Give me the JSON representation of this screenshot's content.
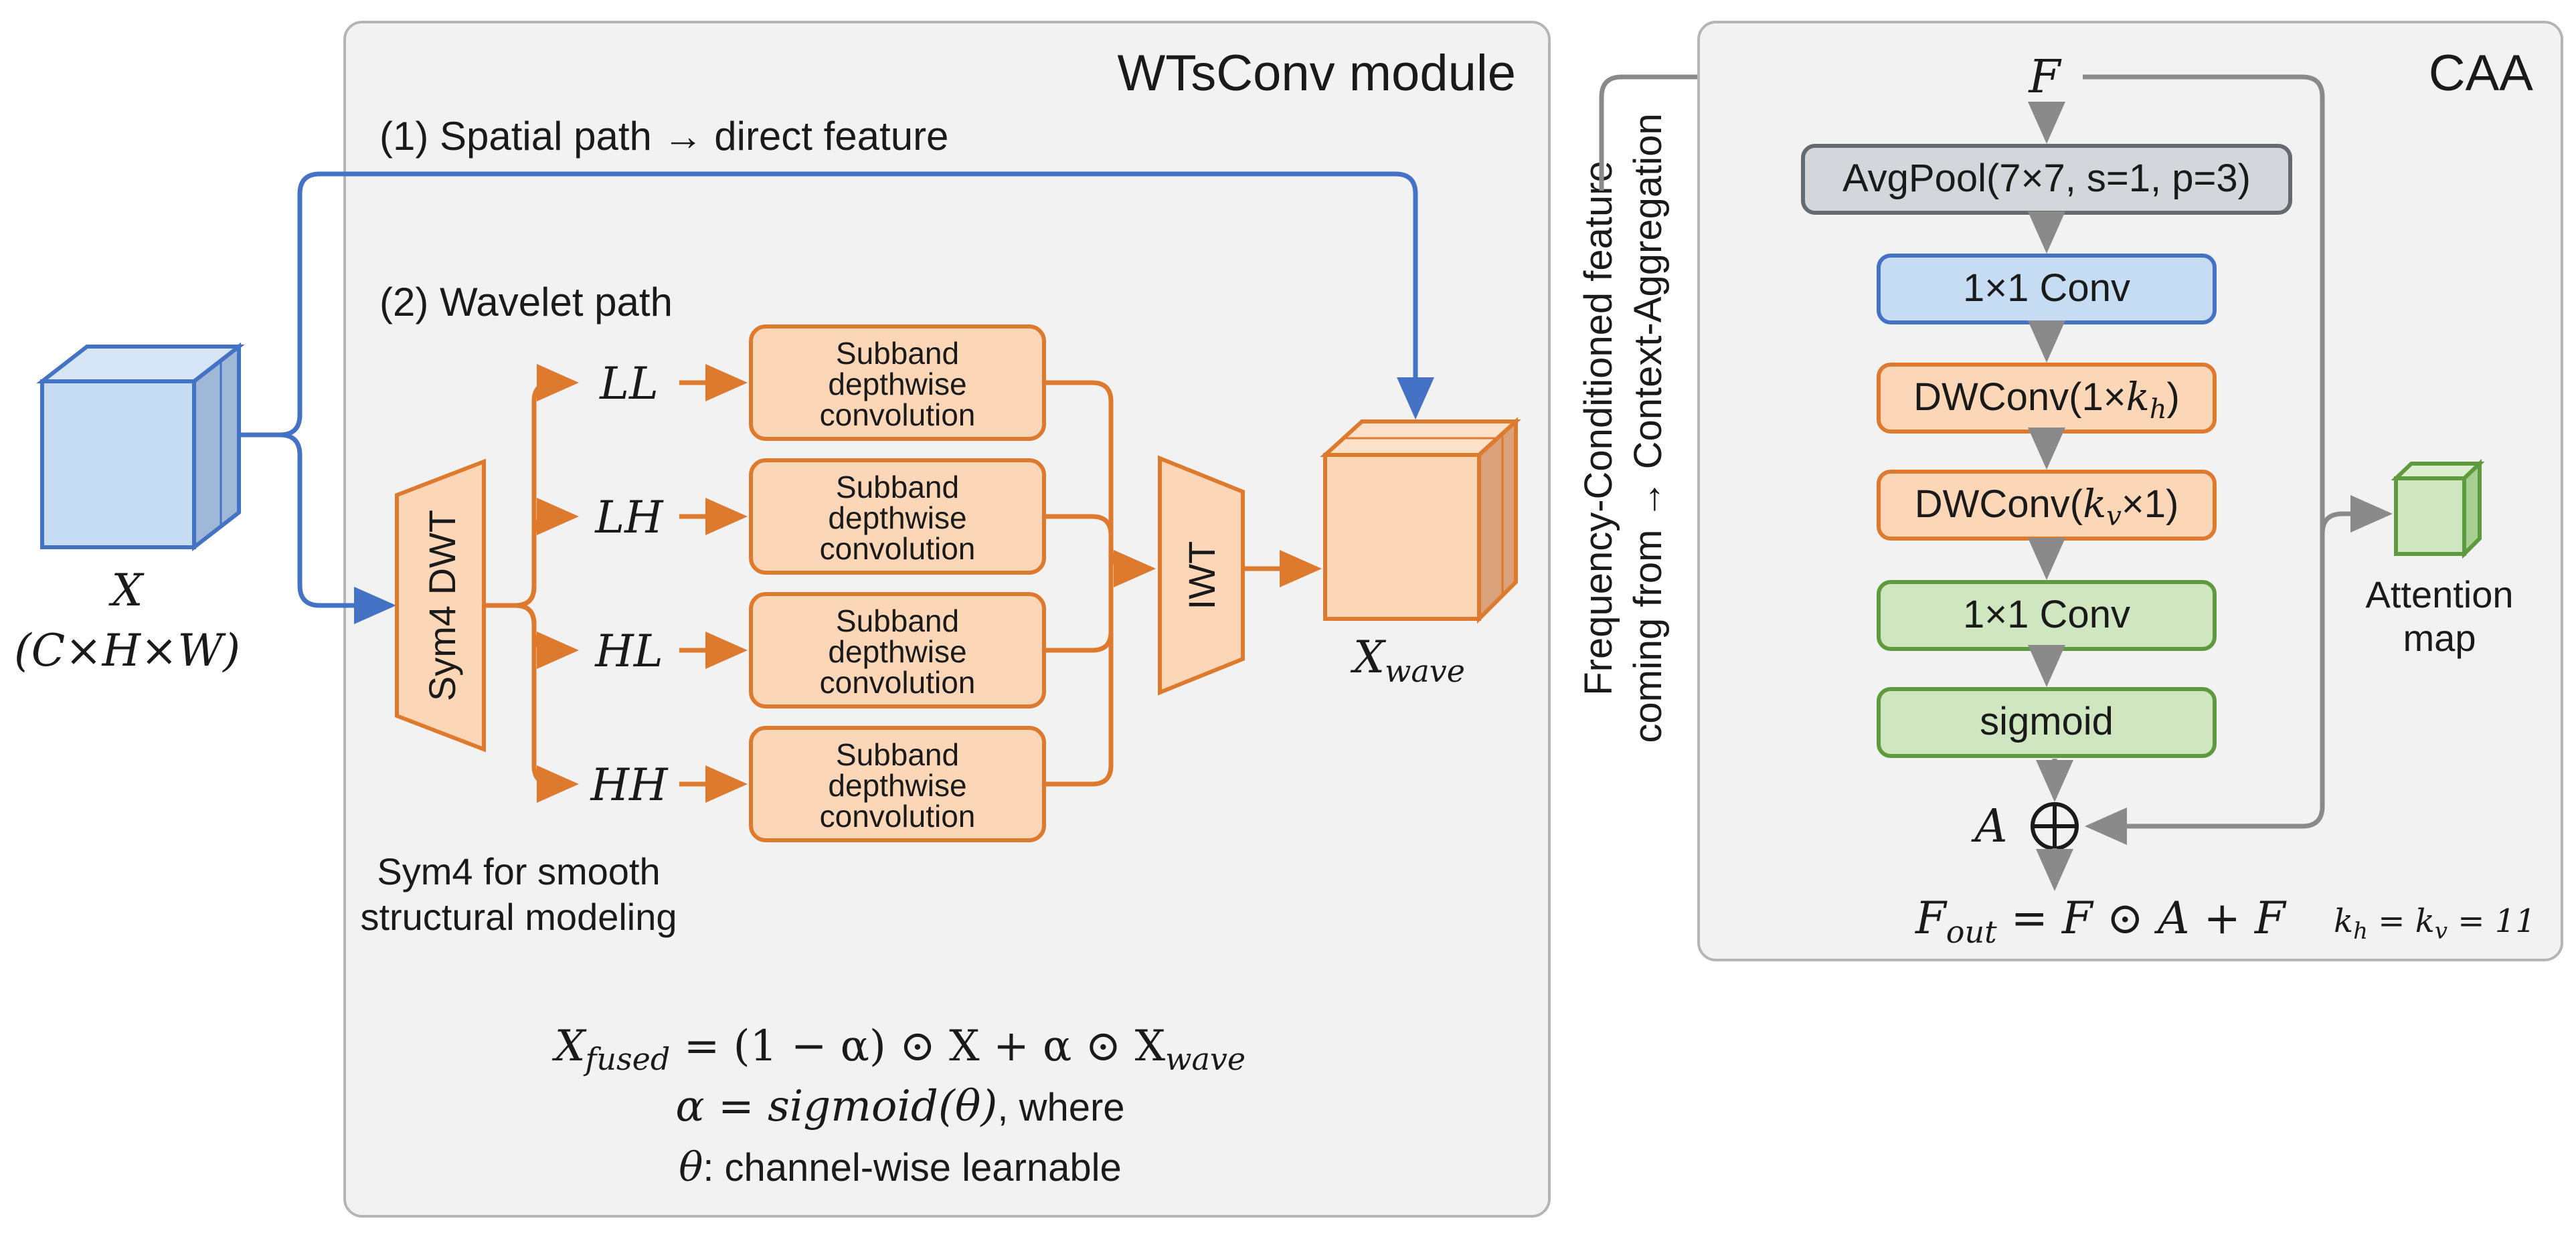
{
  "wtsconv": {
    "title": "WTsConv module",
    "spatial_path_label": "(1) Spatial path → direct feature",
    "wavelet_path_label": "(2) Wavelet path",
    "input_symbol": "X",
    "input_shape": "(C×H×W)",
    "dwt_label": "Sym4 DWT",
    "subbands": [
      "LL",
      "LH",
      "HL",
      "HH"
    ],
    "subband_conv_label": [
      "Subband",
      "depthwise",
      "convolution"
    ],
    "iwt_label": "IWT",
    "output_symbol": "X",
    "output_subscript": "wave",
    "sym4_note": [
      "Sym4 for smooth",
      "structural modeling"
    ],
    "formula": {
      "line1_lhs": "X",
      "line1_lhs_sub": "fused",
      "line1_rhs": " = (1 − α) ⊙ X + α ⊙ X",
      "line1_rhs_sub": "wave",
      "line2_math": "α = sigmoid(θ)",
      "line2_text": ", where",
      "line3_math": "θ",
      "line3_text": ": channel-wise learnable"
    }
  },
  "side_label": [
    "Frequency-Conditioned feature",
    "coming from → Context-Aggregation"
  ],
  "caa": {
    "title": "CAA",
    "input_symbol": "F",
    "blocks": [
      {
        "label": "AvgPool(7×7, s=1, p=3)",
        "kind": "gray"
      },
      {
        "label": "1×1 Conv",
        "kind": "blue"
      },
      {
        "label": "DWConv(1×",
        "sym": "k",
        "sub": "h",
        "tail": ")",
        "kind": "orange"
      },
      {
        "label": "DWConv(",
        "sym": "k",
        "sub": "v",
        "tail": "×1)",
        "kind": "orange"
      },
      {
        "label": "1×1 Conv",
        "kind": "green"
      },
      {
        "label": "sigmoid",
        "kind": "green"
      }
    ],
    "attention_label": [
      "Attention",
      "map"
    ],
    "a_symbol": "A",
    "out_formula": {
      "lhs": "F",
      "lhs_sub": "out",
      "rhs": " = F ⊙ A + F"
    },
    "k_formula": {
      "k1": "k",
      "k1_sub": "h",
      "eq1": " = ",
      "k2": "k",
      "k2_sub": "v",
      "eq2": " = 11"
    }
  },
  "colors": {
    "panel_fill": "#f2f2f2",
    "panel_stroke": "#b5b5b5",
    "blue": "#4472c4",
    "blue_fill": "#c6dcf3",
    "orange": "#dd7a2e",
    "orange_fill": "#fbd7b8",
    "green": "#5e9a3e",
    "green_fill": "#cfe6c0",
    "gray_box": "#d3d6da",
    "gray_stroke": "#656a70",
    "arrow_gray": "#8a8a8a",
    "text": "#1a1a1a"
  }
}
